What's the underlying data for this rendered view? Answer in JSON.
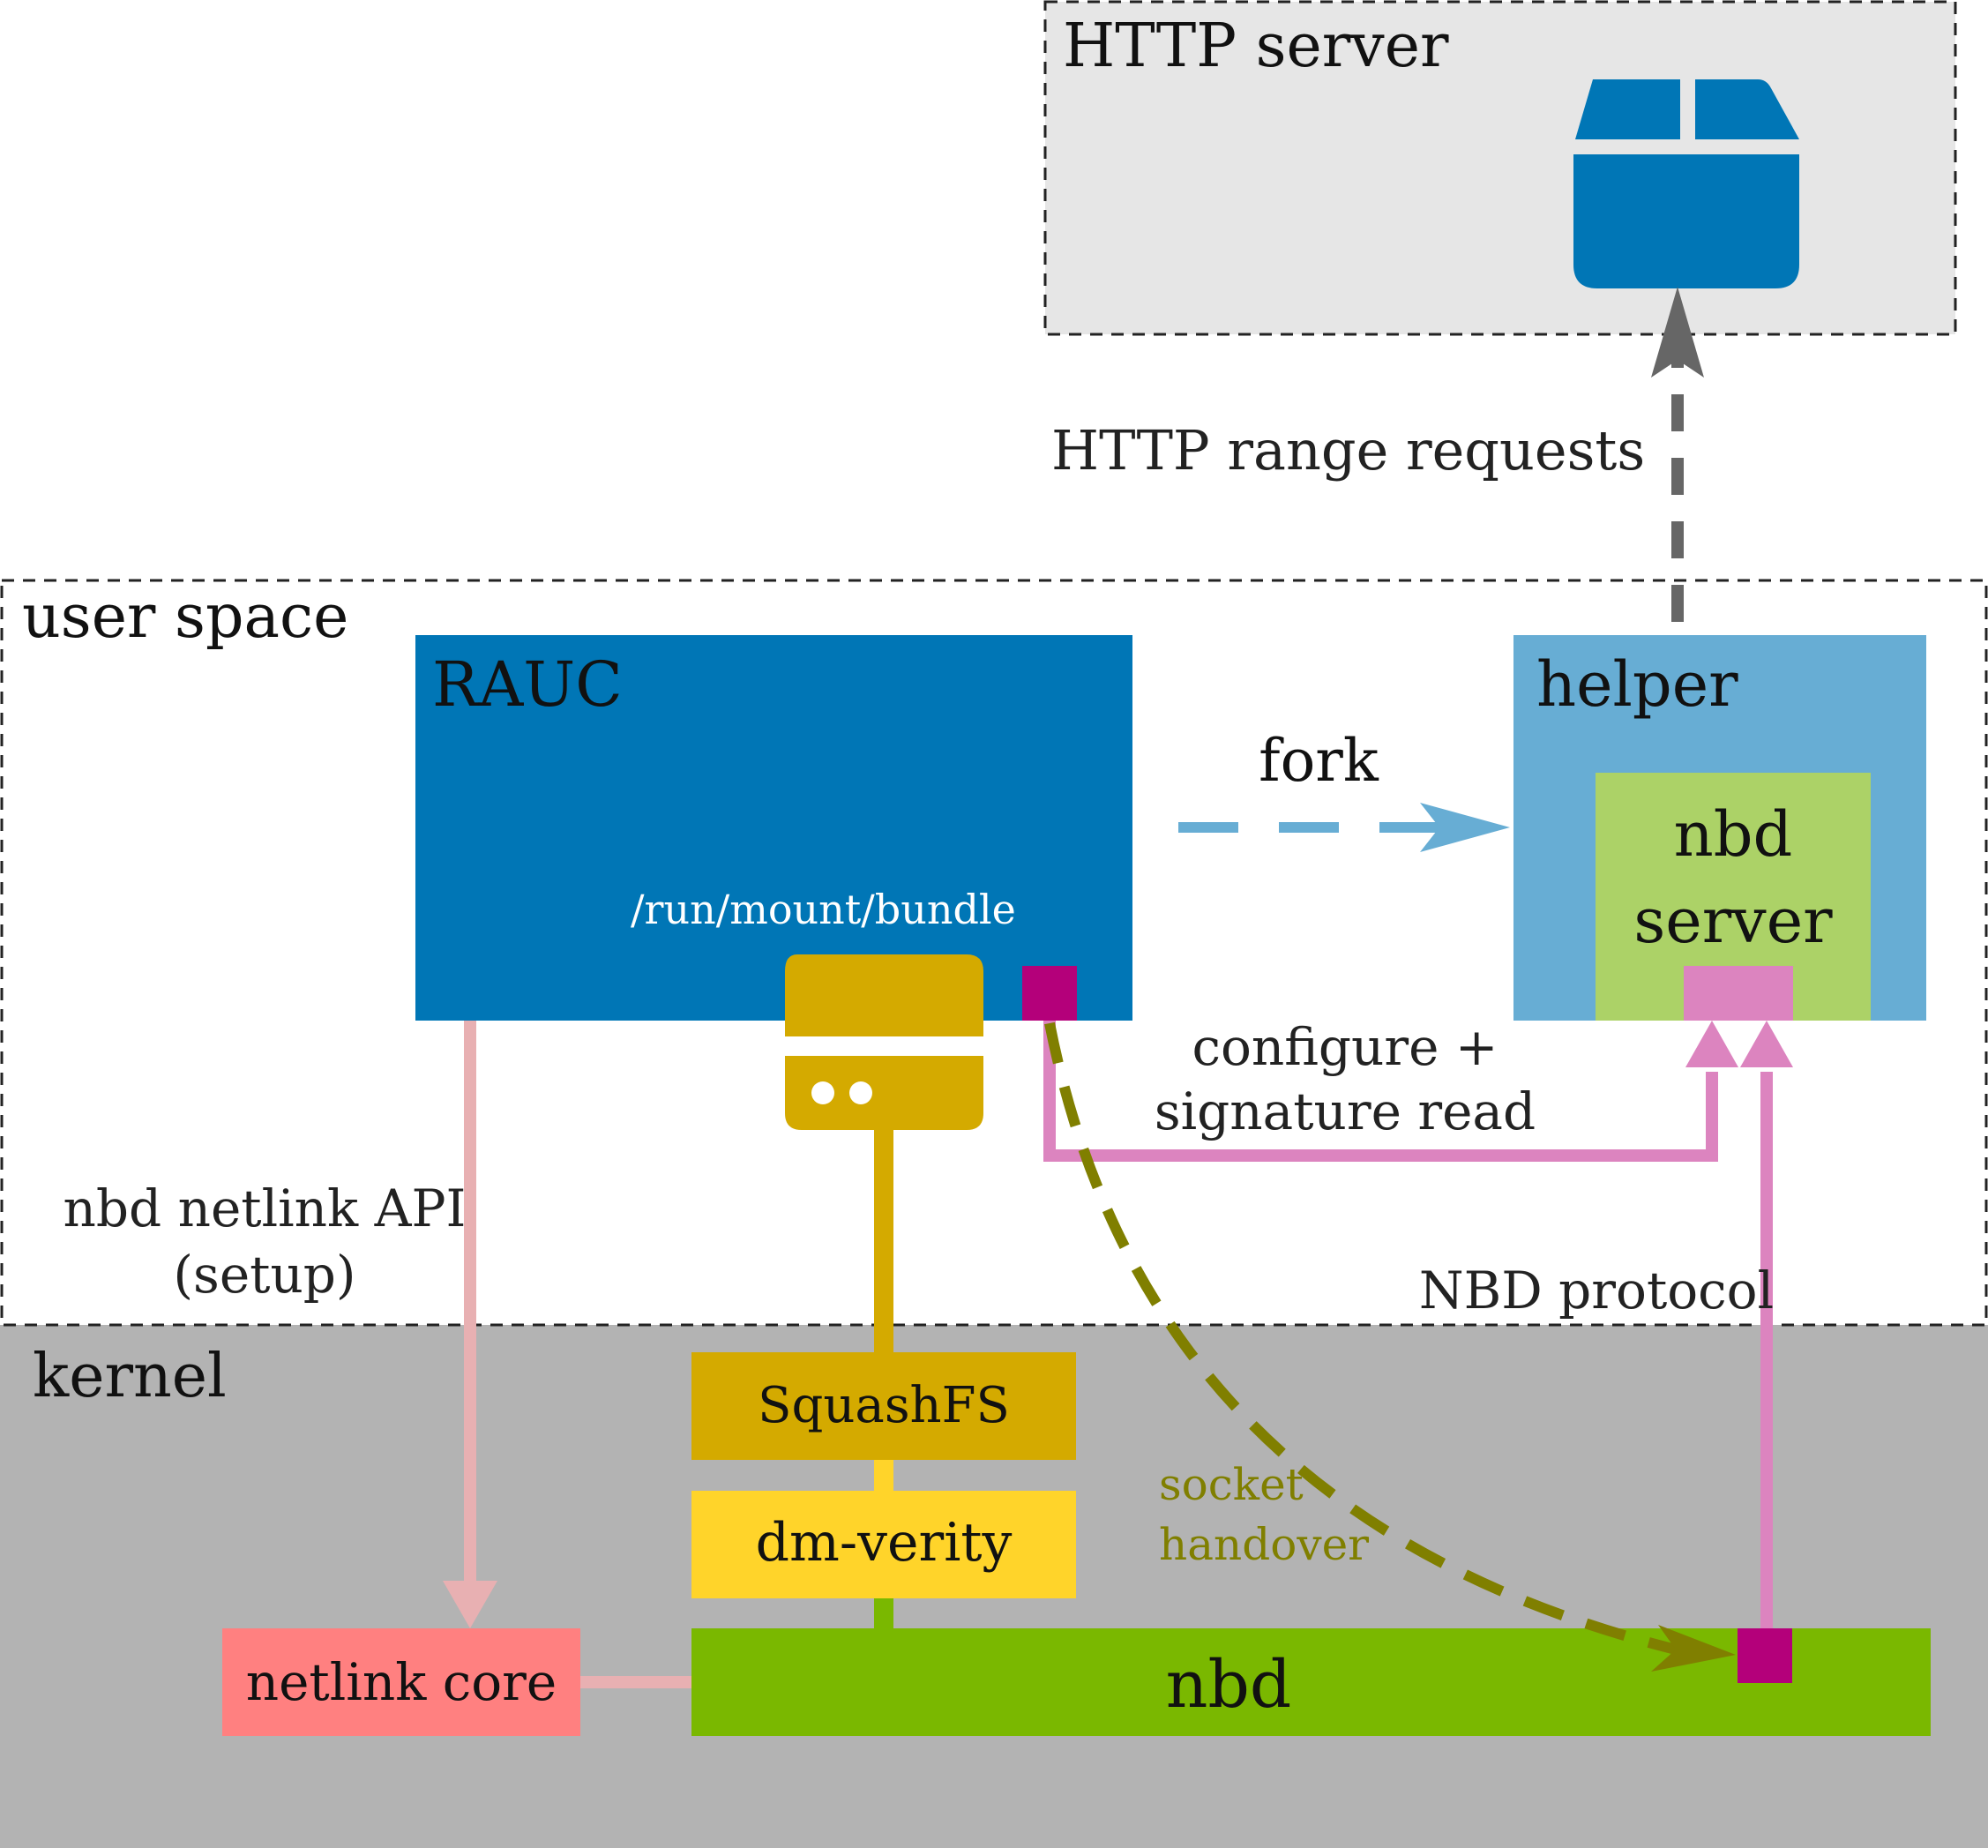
{
  "regions": {
    "http_server": "HTTP server",
    "user_space": "user space",
    "kernel": "kernel"
  },
  "components": {
    "rauc": "RAUC",
    "mount_path": "/run/mount/bundle",
    "helper": "helper",
    "nbd_server_line1": "nbd",
    "nbd_server_line2": "server",
    "squashfs": "SquashFS",
    "dm_verity": "dm-verity",
    "netlink_core": "netlink core",
    "nbd": "nbd"
  },
  "labels": {
    "http_range_requests": "HTTP range requests",
    "fork": "fork",
    "configure_line1": "configure +",
    "configure_line2": "signature read",
    "netlink_api_line1": "nbd netlink API",
    "netlink_api_line2": "(setup)",
    "nbd_protocol": "NBD protocol",
    "socket_handover_line1": "socket",
    "socket_handover_line2": "handover"
  },
  "icons": {
    "bundle": "package-box-icon",
    "storage": "disk-drive-icon"
  },
  "colors": {
    "rauc_blue": "#0076b6",
    "helper_blue": "#67add4",
    "nbd_server_green": "#acd267",
    "nbd_green": "#7ab800",
    "squashfs": "#d4aa00",
    "dm_verity": "#ffd42a",
    "netlink_core": "#ff8080",
    "kernel_gray": "#b3b3b3",
    "http_gray": "#e6e6e6",
    "magenta": "#b4007a",
    "pink": "#dc84bf",
    "light_pink": "#e8b0b2",
    "olive": "#807f00",
    "arrow_gray": "#666666"
  }
}
